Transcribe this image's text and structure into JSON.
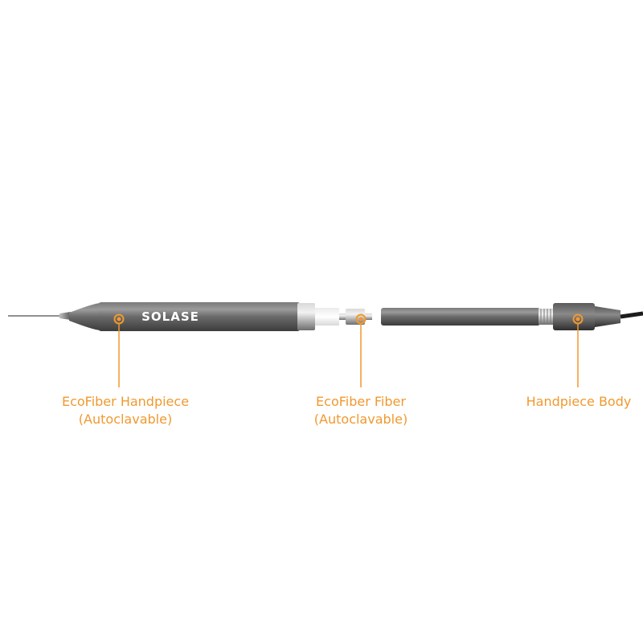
{
  "brand_logo_text": "SOLASE",
  "accent_color": "#f0992f",
  "callouts": [
    {
      "name": "ecofiber-handpiece",
      "line1": "EcoFiber Handpiece",
      "line2": "(Autoclavable)"
    },
    {
      "name": "ecofiber-fiber",
      "line1": "EcoFiber Fiber",
      "line2": "(Autoclavable)"
    },
    {
      "name": "handpiece-body",
      "line1": "Handpiece Body",
      "line2": ""
    }
  ]
}
